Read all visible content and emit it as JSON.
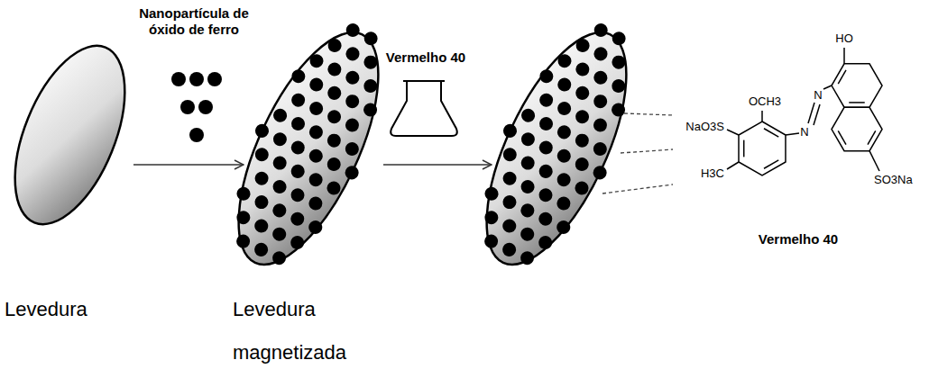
{
  "diagram": {
    "nodes": [
      {
        "text": [
          "Levedura"
        ]
      },
      {
        "text": [
          "Levedura magnetizada"
        ]
      }
    ],
    "edges": [
      {
        "from": 0,
        "to": 1,
        "arrow": "to"
      }
    ],
    "labels": [
      "Nanopartícula de óxido de ferro",
      "Vermelho 40",
      "OCH3",
      "HO",
      "NaO3S",
      "N",
      "N",
      "H3C",
      "SO3Na",
      "Vermelho 40"
    ]
  }
}
